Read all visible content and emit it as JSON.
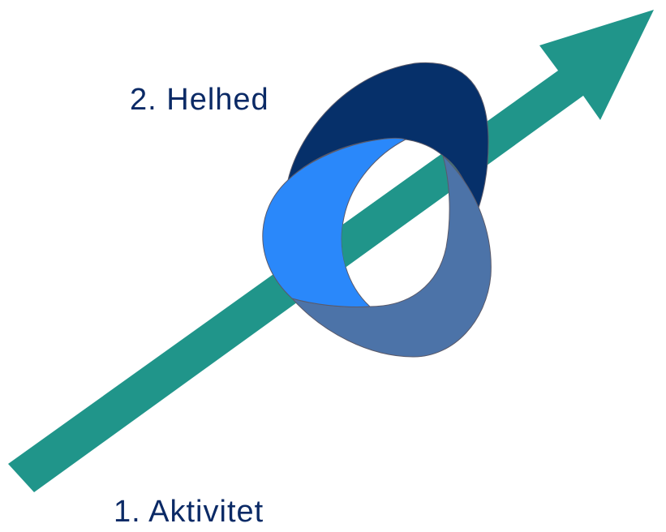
{
  "labels": {
    "helhed": "2. Helhed",
    "aktivitet": "1. Aktivitet"
  },
  "colors": {
    "arrow": "#20958A",
    "label_text": "#0B2A66",
    "loop_dark_navy": "#06306A",
    "loop_bright_blue": "#2A88FA",
    "loop_steel_blue": "#4C73A8",
    "loop_outline": "#5A5A6A"
  },
  "icons": {
    "arrow": "diagonal-up-right-arrow",
    "loop": "three-segment-twisted-ring"
  }
}
